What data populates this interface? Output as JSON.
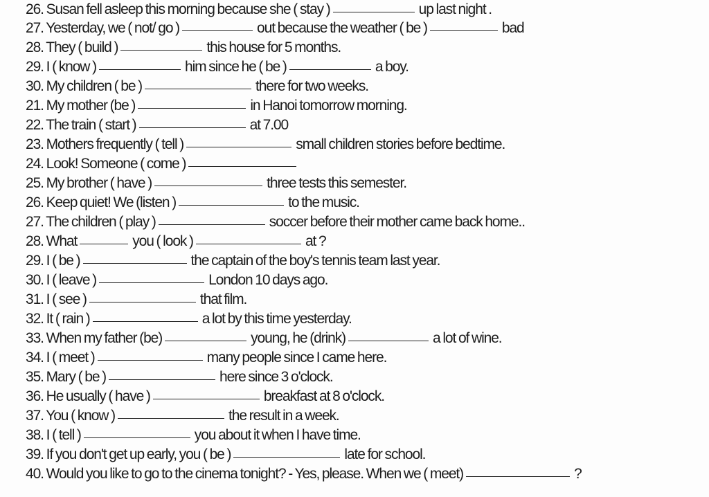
{
  "exercise": {
    "lines": [
      {
        "parts": [
          "26. Susan fell asleep this morning because she ( stay )",
          "up last night ."
        ]
      },
      {
        "parts": [
          "27. Yesterday, we ( not/ go )",
          "out because the weather ( be )",
          "bad"
        ]
      },
      {
        "parts": [
          "28. They ( build )",
          "this house for 5 months."
        ]
      },
      {
        "parts": [
          "29. I ( know )",
          "him since he ( be )",
          "a boy."
        ]
      },
      {
        "parts": [
          "30. My children ( be )",
          "there for two weeks."
        ]
      },
      {
        "parts": [
          "21. My mother (be )",
          "in Hanoi tomorrow morning."
        ]
      },
      {
        "parts": [
          "22. The train ( start )",
          "at 7.00"
        ]
      },
      {
        "parts": [
          "23. Mothers frequently ( tell )",
          "small children stories before bedtime."
        ]
      },
      {
        "parts": [
          "24. Look! Someone ( come )",
          ""
        ]
      },
      {
        "parts": [
          "25. My brother ( have )",
          "three tests this semester."
        ]
      },
      {
        "parts": [
          "26. Keep quiet! We (listen )",
          "to the music."
        ]
      },
      {
        "parts": [
          "27. The children ( play )",
          "soccer before their mother came back home.."
        ]
      },
      {
        "parts": [
          "28. What",
          "you ( look )",
          "at ?"
        ]
      },
      {
        "parts": [
          "29. I ( be )",
          "the captain of the boy's tennis team last year."
        ]
      },
      {
        "parts": [
          "30. I ( leave )",
          "London 10 days ago."
        ]
      },
      {
        "parts": [
          "31. I ( see )",
          "that film."
        ]
      },
      {
        "parts": [
          "32. It ( rain )",
          "a lot by this time yesterday."
        ]
      },
      {
        "parts": [
          "33. When my father (be)",
          "young, he (drink)",
          "a lot of wine."
        ]
      },
      {
        "parts": [
          "34. I ( meet )",
          "many people since I came here."
        ]
      },
      {
        "parts": [
          "35. Mary ( be )",
          "here since 3 o'clock."
        ]
      },
      {
        "parts": [
          "36. He usually ( have )",
          "breakfast at 8 o'clock."
        ]
      },
      {
        "parts": [
          "37. You ( know )",
          "the result in a week."
        ]
      },
      {
        "parts": [
          "38. I ( tell )",
          "you about it when I have time."
        ]
      },
      {
        "parts": [
          "39. If you don't get up early, you ( be )",
          "late for school."
        ]
      },
      {
        "parts": [
          "40. Would you like to go to the cinema tonight? - Yes, please. When we ( meet)",
          "?"
        ]
      }
    ]
  }
}
